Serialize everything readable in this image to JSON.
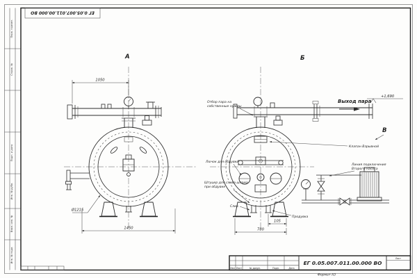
{
  "sheet": {
    "stamp_top_left": "ЕГ 0.05.007.011.00.000 ВО",
    "format_note": "Формат А3",
    "side_labels": [
      "Перв. примен.",
      "Справ. №",
      "Подп. и дата",
      "Инв. № дубл.",
      "Взам. инв. №",
      "Инв. № подл."
    ]
  },
  "views": {
    "a": "А",
    "b": "Б",
    "v": "В"
  },
  "annotations": {
    "steam_tap_1": "Отбор пара на",
    "steam_tap_2": "собственные нужды",
    "steam_out": "Выход пара",
    "elevation": "+1,690",
    "explosion_valve": "Клапан Взрывной",
    "pump_line_1": "Линия подключения",
    "pump_line_2": "Второго насоса",
    "blow_hatch": "Лючок для обдувки",
    "sludge_1": "Штуцер для слива шлама",
    "sludge_2": "при обдувке",
    "drain": "Слив",
    "blowdown": "Продувка"
  },
  "dimensions": {
    "d1050": "1050",
    "d1215": "Ø1215",
    "d1450": "1450",
    "d105": "105",
    "d780": "780"
  },
  "titleblock": {
    "code": "ЕГ 0.05.007.011.00.000 ВО",
    "cols": [
      "Изм",
      "Лист",
      "№ докум.",
      "Подп.",
      "Дата"
    ],
    "sheet_label": "Лист"
  }
}
